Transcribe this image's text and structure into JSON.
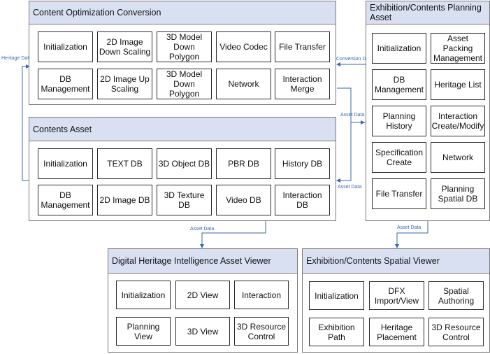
{
  "panels": {
    "content_optimization": {
      "title": "Content Optimization Conversion",
      "items": [
        "Initialization",
        "2D Image Down Scaling",
        "3D Model Down Polygon",
        "Video Codec",
        "File Transfer",
        "DB Management",
        "2D Image Up Scaling",
        "3D Model Down Polygon",
        "Network",
        "Interaction Merge"
      ]
    },
    "contents_asset": {
      "title": "Contents Asset",
      "items": [
        "Initialization",
        "TEXT DB",
        "3D Object DB",
        "PBR DB",
        "History DB",
        "DB Management",
        "2D Image DB",
        "3D Texture DB",
        "Video DB",
        "Interaction DB"
      ]
    },
    "exhibition_planning": {
      "title": "Exhibition/Contents Planning Asset",
      "items": [
        "Initialization",
        "Asset Packing Management",
        "DB Management",
        "Heritage List",
        "Planning History",
        "Interaction Create/Modify",
        "Specification Create",
        "Network",
        "File Transfer",
        "Planning Spatial DB"
      ]
    },
    "asset_viewer": {
      "title": "Digital Heritage Intelligence Asset Viewer",
      "items": [
        "Initialization",
        "2D View",
        "Interaction",
        "Planning View",
        "3D View",
        "3D Resource Control"
      ]
    },
    "spatial_viewer": {
      "title": "Exhibition/Contents Spatial Viewer",
      "items": [
        "Initialization",
        "DFX Import/View",
        "Spatial Authoring",
        "Exhibition Path",
        "Heritage Placement",
        "3D Resource Control"
      ]
    }
  },
  "connectors": {
    "heritage_data": "Heritage Data",
    "conversion_data": "Conversion Data",
    "asset_data_1": "Asset Data",
    "asset_data_2": "Asset Data",
    "asset_data_3": "Asset Data",
    "asset_data_4": "Asset Data"
  },
  "colors": {
    "header_fill": "#d9e0f1",
    "connector": "#3a66b0",
    "border": "#7a7a7a"
  }
}
